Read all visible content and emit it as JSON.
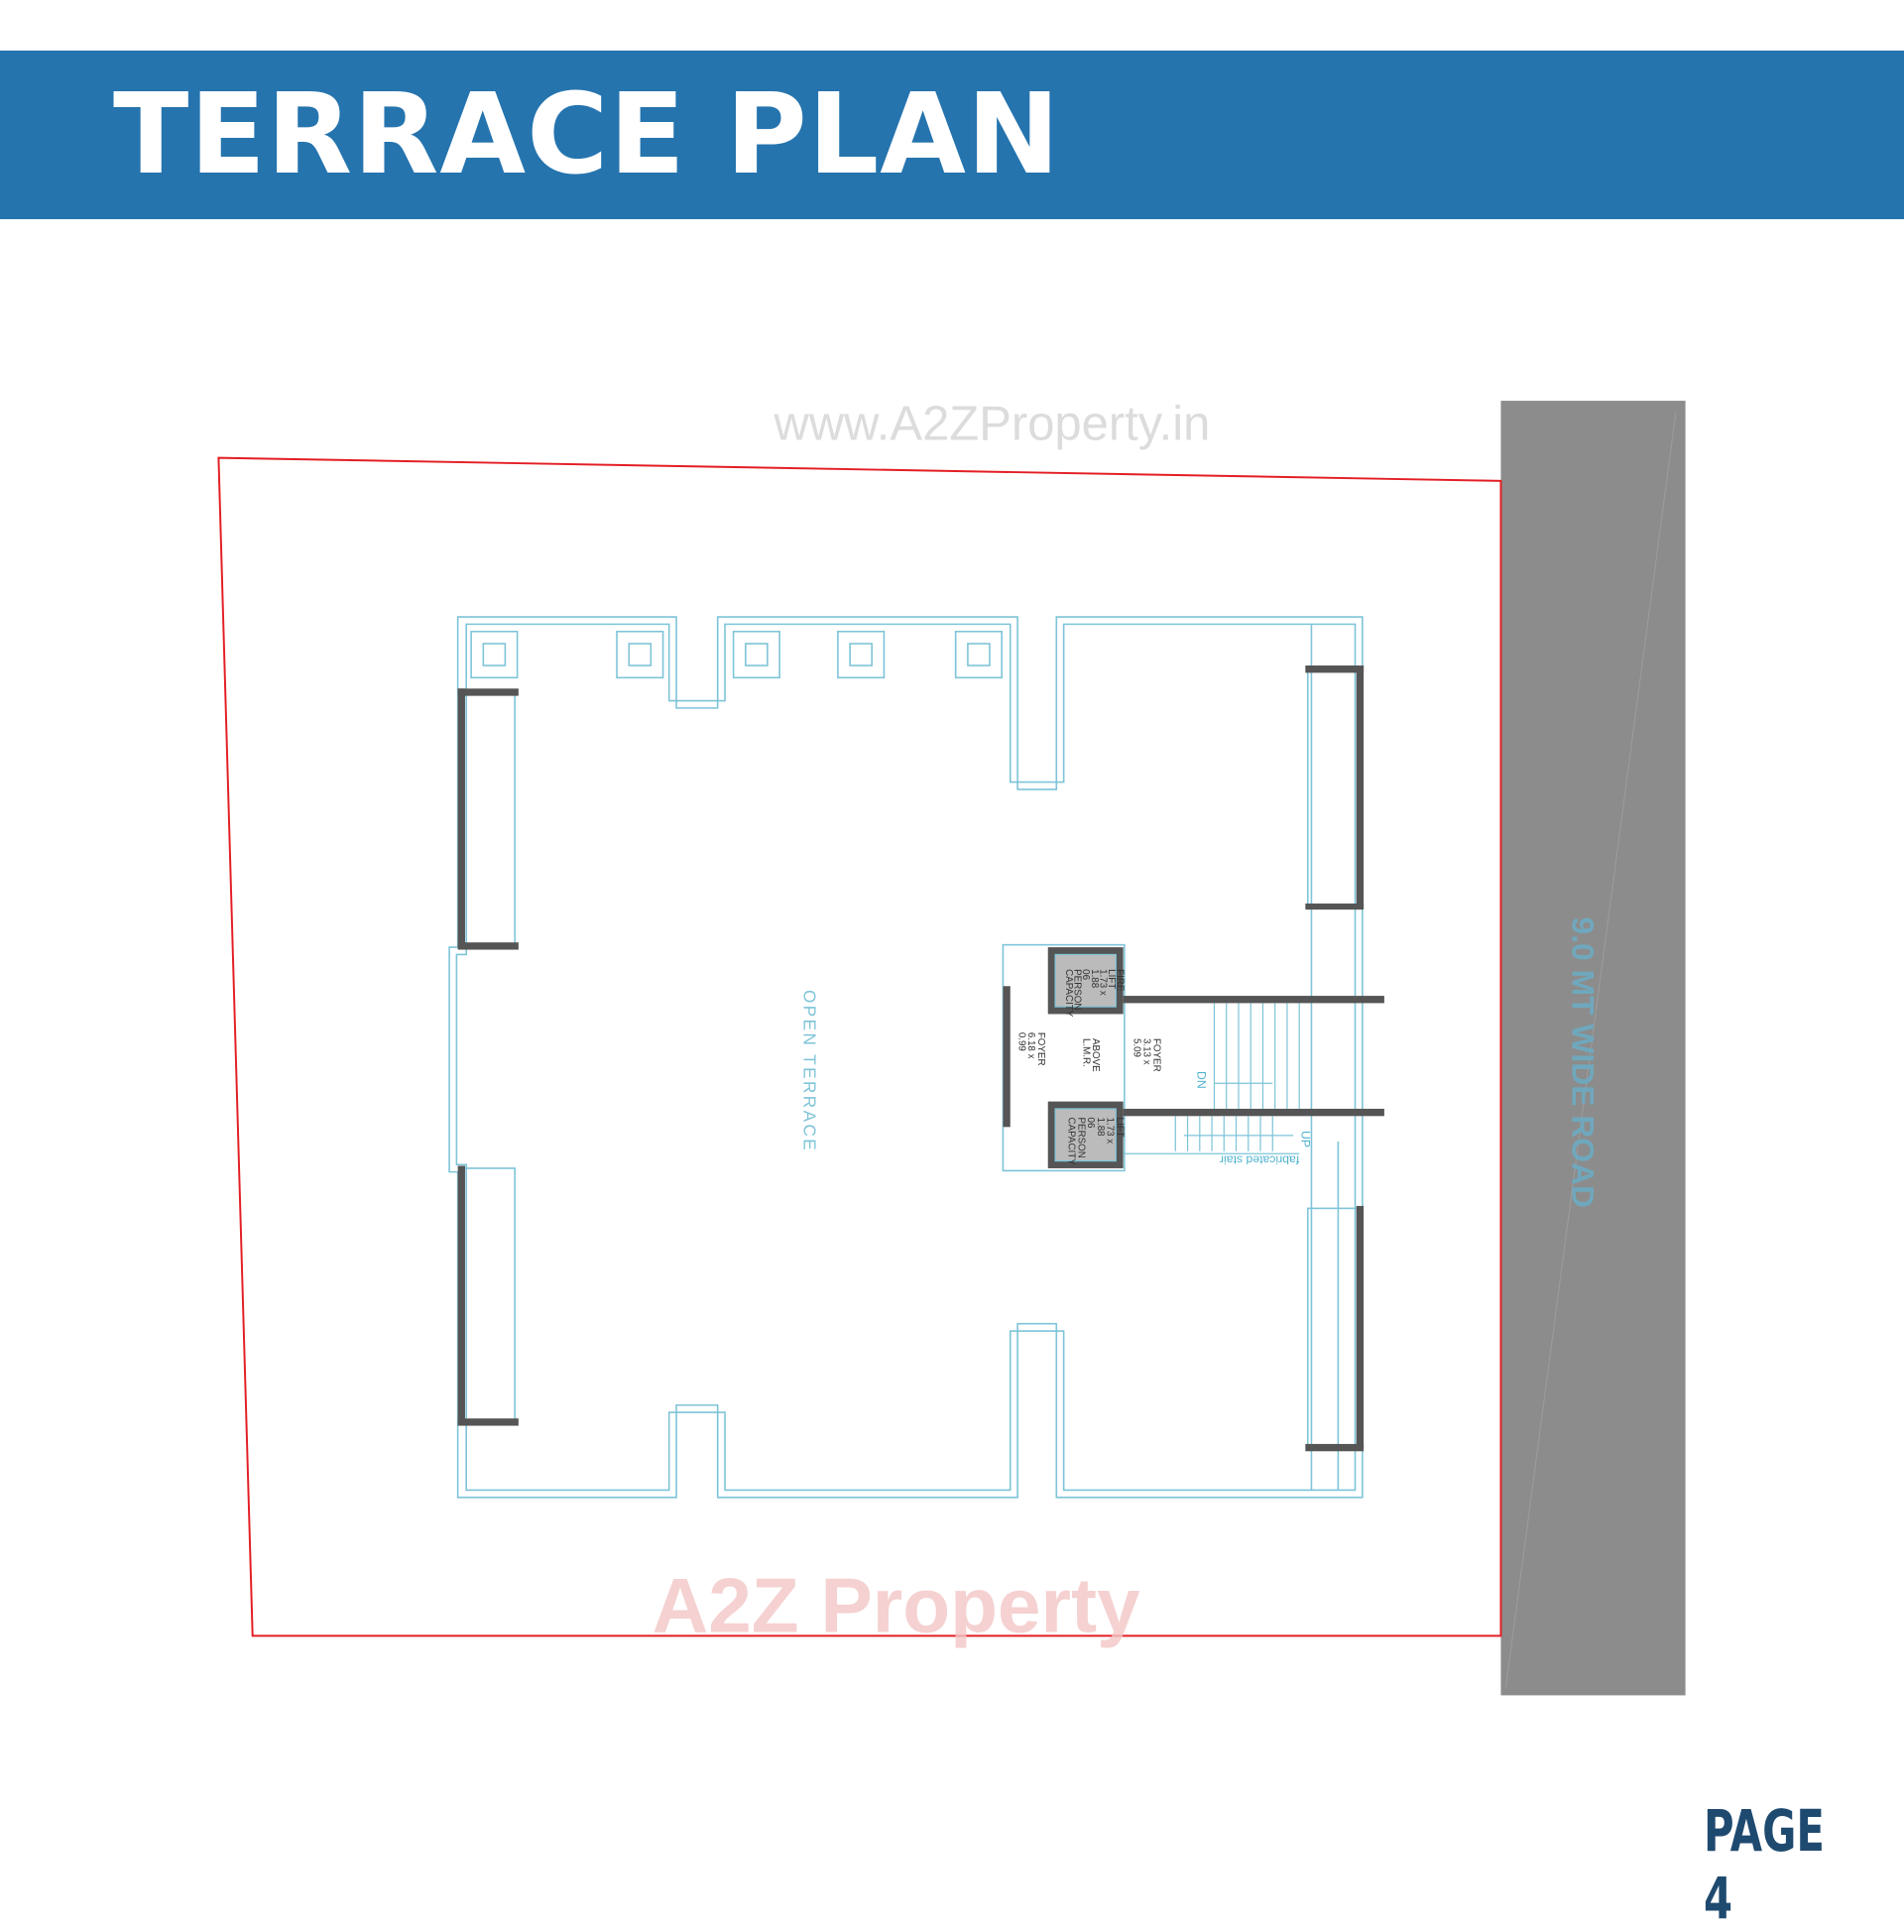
{
  "header": {
    "title": "TERRACE PLAN"
  },
  "footer": {
    "page_label": "PAGE 4"
  },
  "watermark": {
    "url": "www.A2ZProperty.in",
    "logo": "A2Z Property"
  },
  "plan": {
    "road_label": "9.0 MT WIDE ROAD",
    "open_terrace": "OPEN TERRACE",
    "fire_lift": [
      "FIRE",
      "LIFT",
      "1.73 x",
      "1.88",
      "06",
      "PERSON",
      "CAPACITY"
    ],
    "lift": [
      "LIFT",
      "1.73 x",
      "1.88",
      "06",
      "PERSON",
      "CAPACITY"
    ],
    "foyer_left": [
      "FOYER",
      "6.18 x",
      "0.99"
    ],
    "above_lmr": [
      "ABOVE",
      "L.M.R."
    ],
    "foyer_right": [
      "FOYER",
      "3.13 x",
      "5.09"
    ],
    "dn": "DN",
    "up": "UP",
    "fabricated_stair": "fabricated stair",
    "colors": {
      "boundary": "#e31e24",
      "walls": "#7ec4d8",
      "road": "#8c8c8c",
      "header": "#2574ae"
    }
  }
}
